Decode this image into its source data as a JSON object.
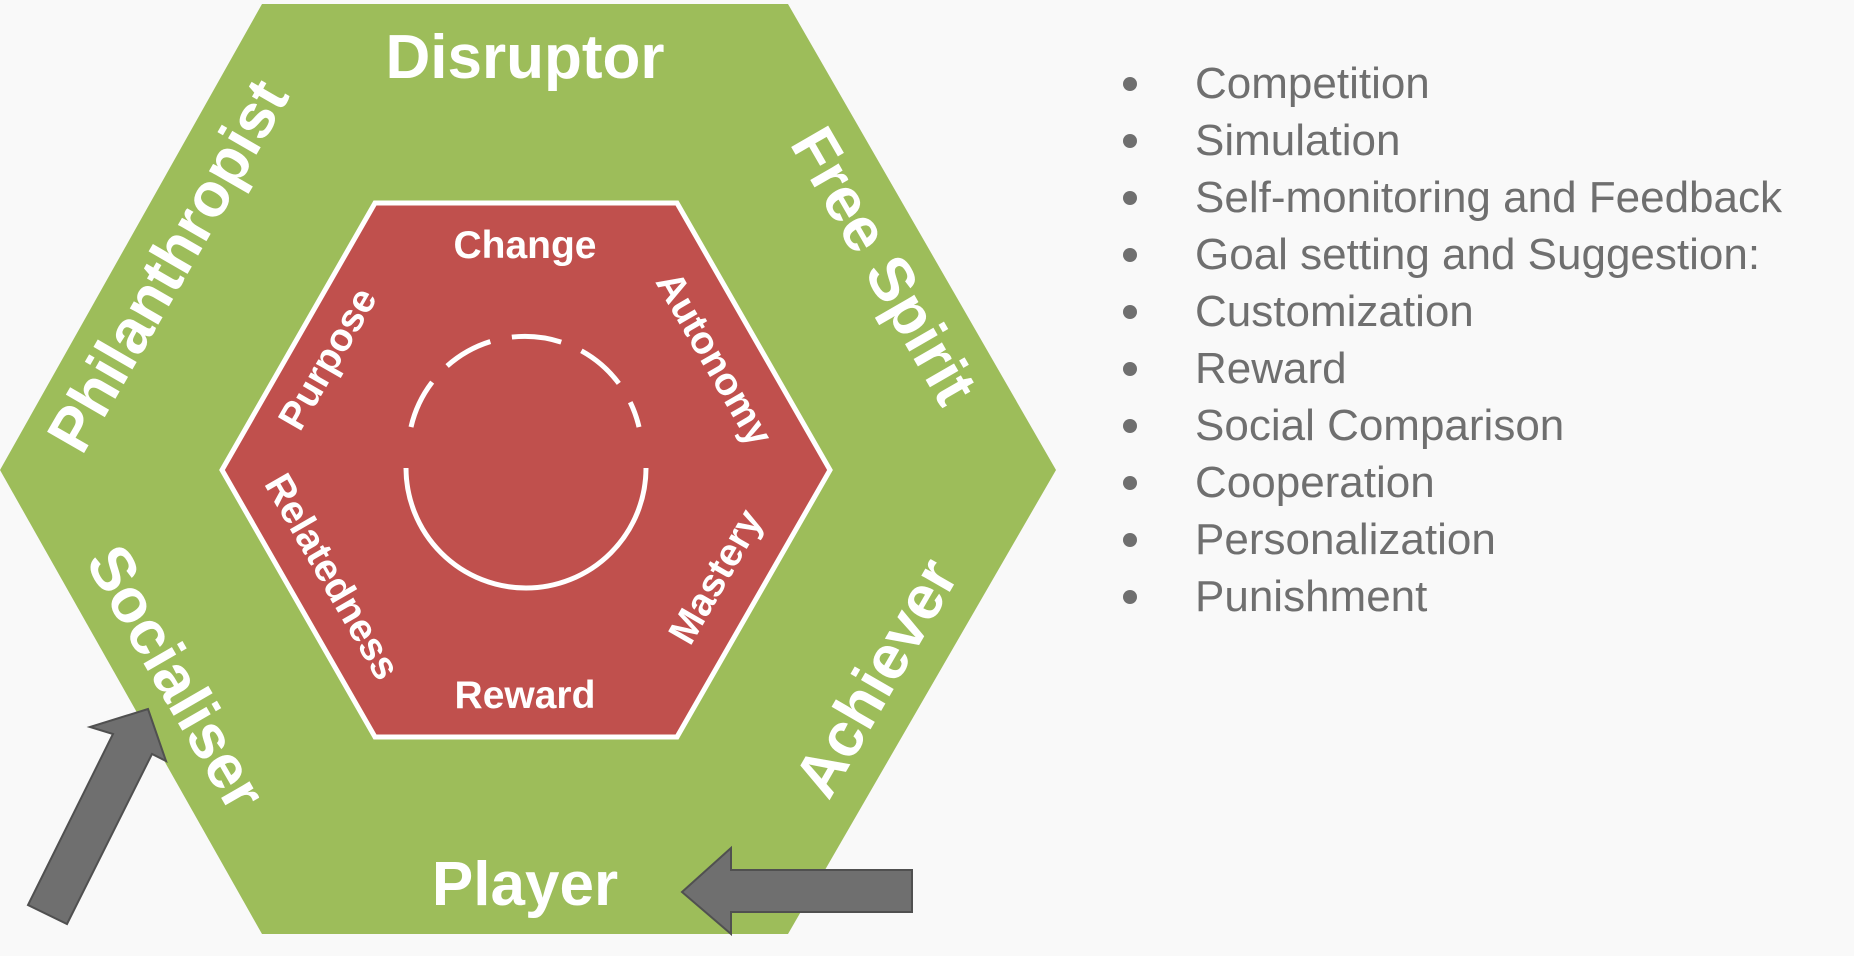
{
  "colors": {
    "background": "#f9f9f9",
    "outer_hexagon": "#9dbd5a",
    "inner_hexagon": "#c0504d",
    "label": "#ffffff",
    "arrow": "#6f6f6f",
    "list_text": "#6f6f6f"
  },
  "diagram": {
    "outer_labels": {
      "top": "Disruptor",
      "top_right": "Free Spirit",
      "bottom_right": "Achiever",
      "bottom": "Player",
      "bottom_left": "Socialiser",
      "top_left": "Philanthropist"
    },
    "inner_labels": {
      "top": "Change",
      "top_right": "Autonomy",
      "bottom_right": "Mastery",
      "bottom": "Reward",
      "bottom_left": "Relatedness",
      "top_left": "Purpose"
    },
    "arrows": [
      "arrow-pointing-to-socialiser",
      "arrow-pointing-to-player"
    ]
  },
  "list": {
    "items": [
      "Competition",
      "Simulation",
      "Self-monitoring and Feedback",
      "Goal setting and Suggestion:",
      "Customization",
      "Reward",
      "Social Comparison",
      "Cooperation",
      "Personalization",
      "Punishment"
    ]
  }
}
